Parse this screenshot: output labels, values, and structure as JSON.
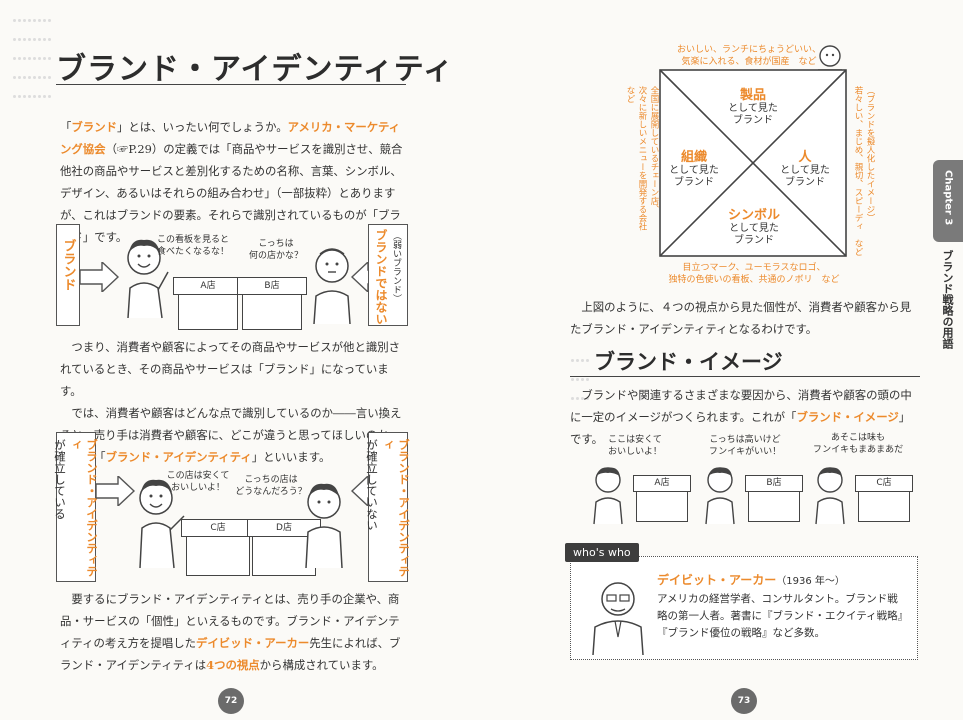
{
  "left": {
    "title": "ブランド・アイデンティティ",
    "intro": {
      "p1": "「",
      "brand": "ブランド",
      "p2": "」とは、いったい何でしょうか。",
      "ama": "アメリカ・マーケティング協会",
      "p3": "（☞P.29）の定義では「商品やサービスを識別させ、競合他社の商品やサービスと差別化するための名称、言葉、シンボル、デザイン、あるいはそれらの組み合わせ」（一部抜粋）とありますが、これはブランドの要素。それらで識別されているものが「ブランド」です。"
    },
    "fig1": {
      "left_sign": "ブランド",
      "bubble_left": "この看板を見ると\n食べたくなるな！",
      "bubble_right": "こっちは\n何の店かな？",
      "shop_a": "A店",
      "shop_b": "B店",
      "right_sign_small": "（弱いブランド）",
      "right_sign": "ブランドではない"
    },
    "para2": "つまり、消費者や顧客によってその商品やサービスが他と識別されているとき、その商品やサービスは「ブランド」になっています。",
    "para3a": "では、消費者や顧客はどんな点で識別しているのか――言い換えると、売り手は消費者や顧客に、どこが違うと思ってほしいのか、それを「",
    "para3b": "ブランド・アイデンティティ",
    "para3c": "」といいます。",
    "fig2": {
      "left_sign_a": "ブランド・アイデンティティ",
      "left_sign_b": "が確立している",
      "bubble_left": "この店は安くて\nおいしいよ！",
      "bubble_right": "こっちの店は\nどうなんだろう？",
      "shop_c": "C店",
      "shop_d": "D店",
      "right_sign_a": "ブランド・アイデンティティ",
      "right_sign_b": "が確立していない"
    },
    "para4a": "要するにブランド・アイデンティティとは、売り手の企業や、商品・サービスの「個性」といえるものです。ブランド・アイデンティティの考え方を提唱した",
    "para4b": "デイビッド・アーカー",
    "para4c": "先生によれば、ブランド・アイデンティティは",
    "para4d": "4つの視点",
    "para4e": "から構成されています。",
    "page_number": "72"
  },
  "right": {
    "diagram": {
      "top_note": "おいしい、ランチにちょうどいい、\n気楽に入れる、食材が国産　など",
      "product_a": "製品",
      "product_b": "として見た\nブランド",
      "org_a": "組織",
      "org_b": "として見た\nブランド",
      "person_a": "人",
      "person_b": "として見た\nブランド",
      "symbol_a": "シンボル",
      "symbol_b": "として見た\nブランド",
      "left_note": "全国に展開しているチェーン店、\n次々に新しいメニューを開発する会社　など",
      "right_note": "（ブランドを擬人化したイメージ）\n若々しい、まじめ、親切、スピーディ　など",
      "bottom_note": "目立つマーク、ユーモラスなロゴ、\n独特の色使いの看板、共通のノボリ　など"
    },
    "para1": "上図のように、４つの視点から見た個性が、消費者や顧客から見たブランド・アイデンティティとなるわけです。",
    "subtitle": "ブランド・イメージ",
    "para2a": "ブランドや関連するさまざまな要因から、消費者や顧客の頭の中に一定のイメージがつくられます。これが「",
    "para2b": "ブランド・イメージ",
    "para2c": "」です。",
    "fig3": {
      "b1": "ここは安くて\nおいしいよ！",
      "b2": "こっちは高いけど\nフンイキがいい！",
      "b3": "あそこは味も\nフンイキもまあまあだ",
      "shop_a": "A店",
      "shop_b": "B店",
      "shop_c": "C店"
    },
    "whos_who_label": "who's who",
    "person_name": "デイビット・アーカー",
    "person_years": "（1936 年〜）",
    "person_desc": "アメリカの経営学者、コンサルタント。ブランド戦略の第一人者。著書に『ブランド・エクイティ戦略』『ブランド優位の戦略』など多数。",
    "chapter_tab": "Chapter 3",
    "side_title": "ブランド戦略の用語",
    "page_number": "73"
  },
  "colors": {
    "accent": "#ec8a2c",
    "tab": "#7a7a7a"
  }
}
